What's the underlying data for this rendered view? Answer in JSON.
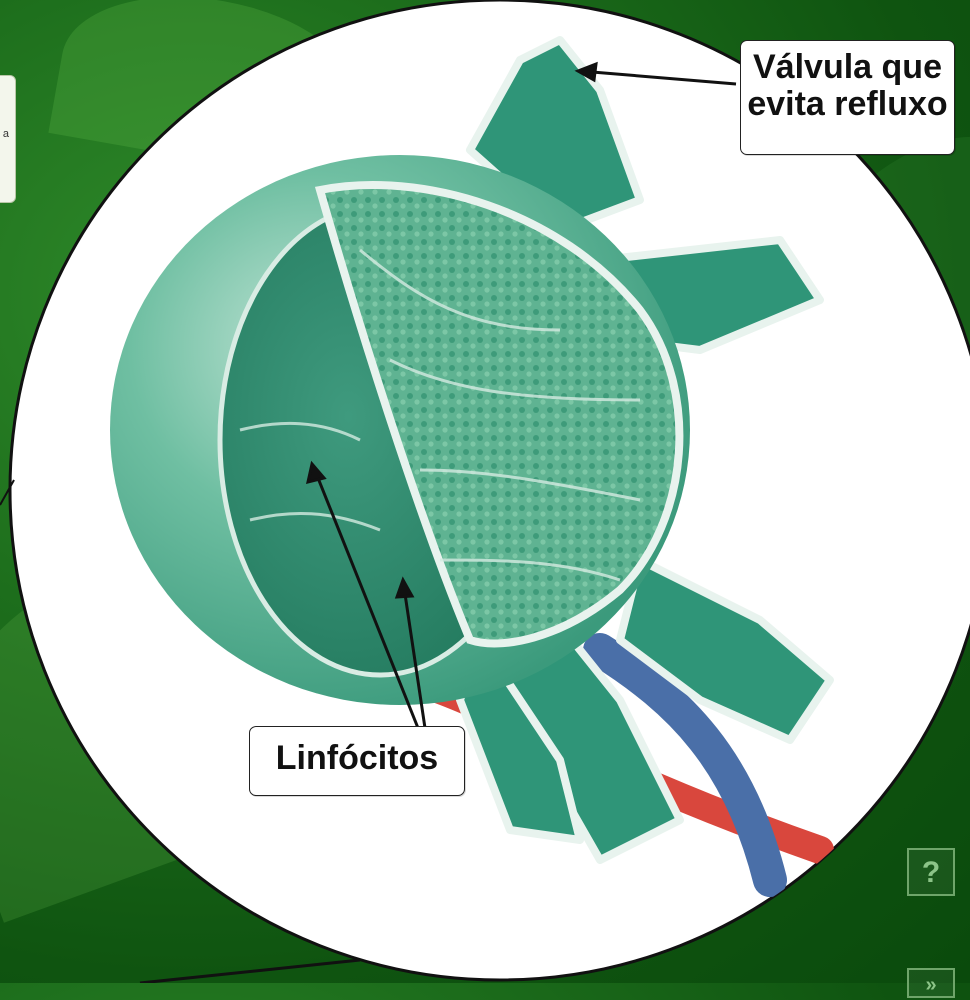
{
  "labels": {
    "valve_line1": "Válvula que",
    "valve_line2": "evita refluxo",
    "lymphocytes": "Linfócitos"
  },
  "side_note": {
    "text": "a"
  },
  "controls": {
    "help_label": "?",
    "next_label": "»"
  },
  "colors": {
    "background": "#1d6e1c",
    "node_teal": "#3fa88a",
    "node_dark": "#2b8a6c",
    "artery": "#d9473d",
    "vein": "#4a6fa8"
  }
}
